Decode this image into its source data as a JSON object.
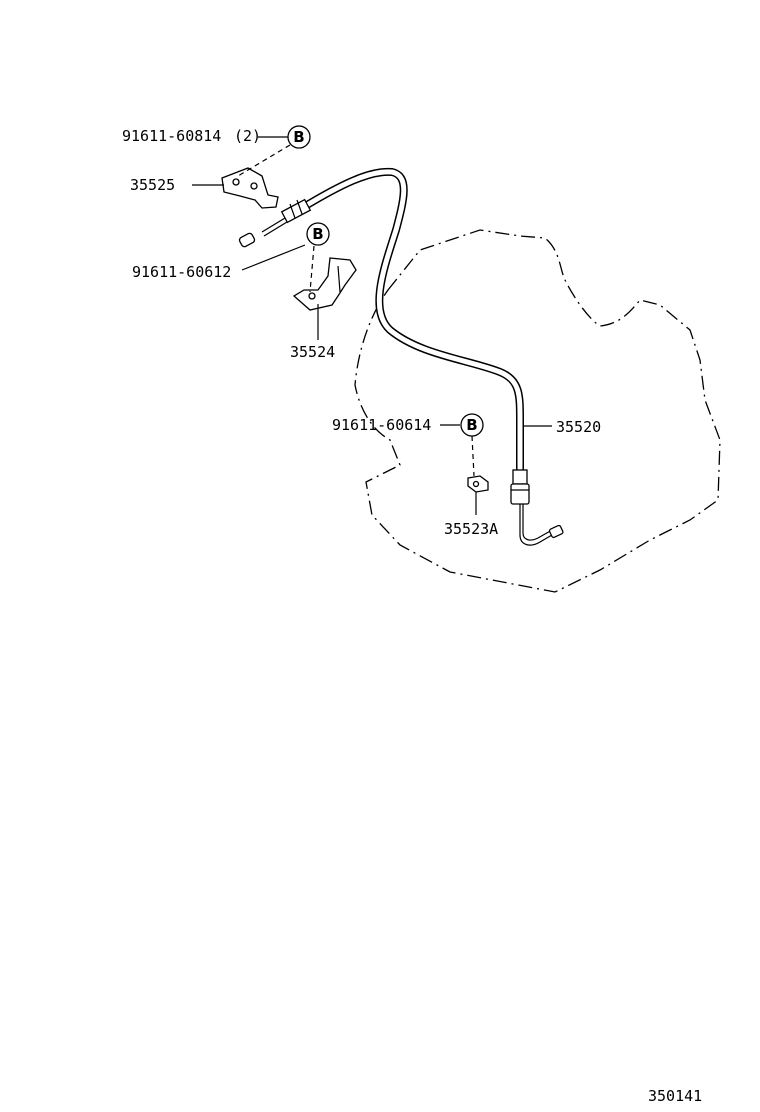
{
  "diagram_id": "350141",
  "callouts": {
    "bolt_top": {
      "part_no": "91611-60814",
      "qty": "(2)",
      "mark": "B"
    },
    "bracket_top": {
      "part_no": "35525"
    },
    "bolt_mid": {
      "part_no": "91611-60612",
      "mark": "B"
    },
    "bracket_mid": {
      "part_no": "35524"
    },
    "bolt_low": {
      "part_no": "91611-60614",
      "mark": "B"
    },
    "cable": {
      "part_no": "35520"
    },
    "clamp": {
      "part_no": "35523A"
    }
  }
}
